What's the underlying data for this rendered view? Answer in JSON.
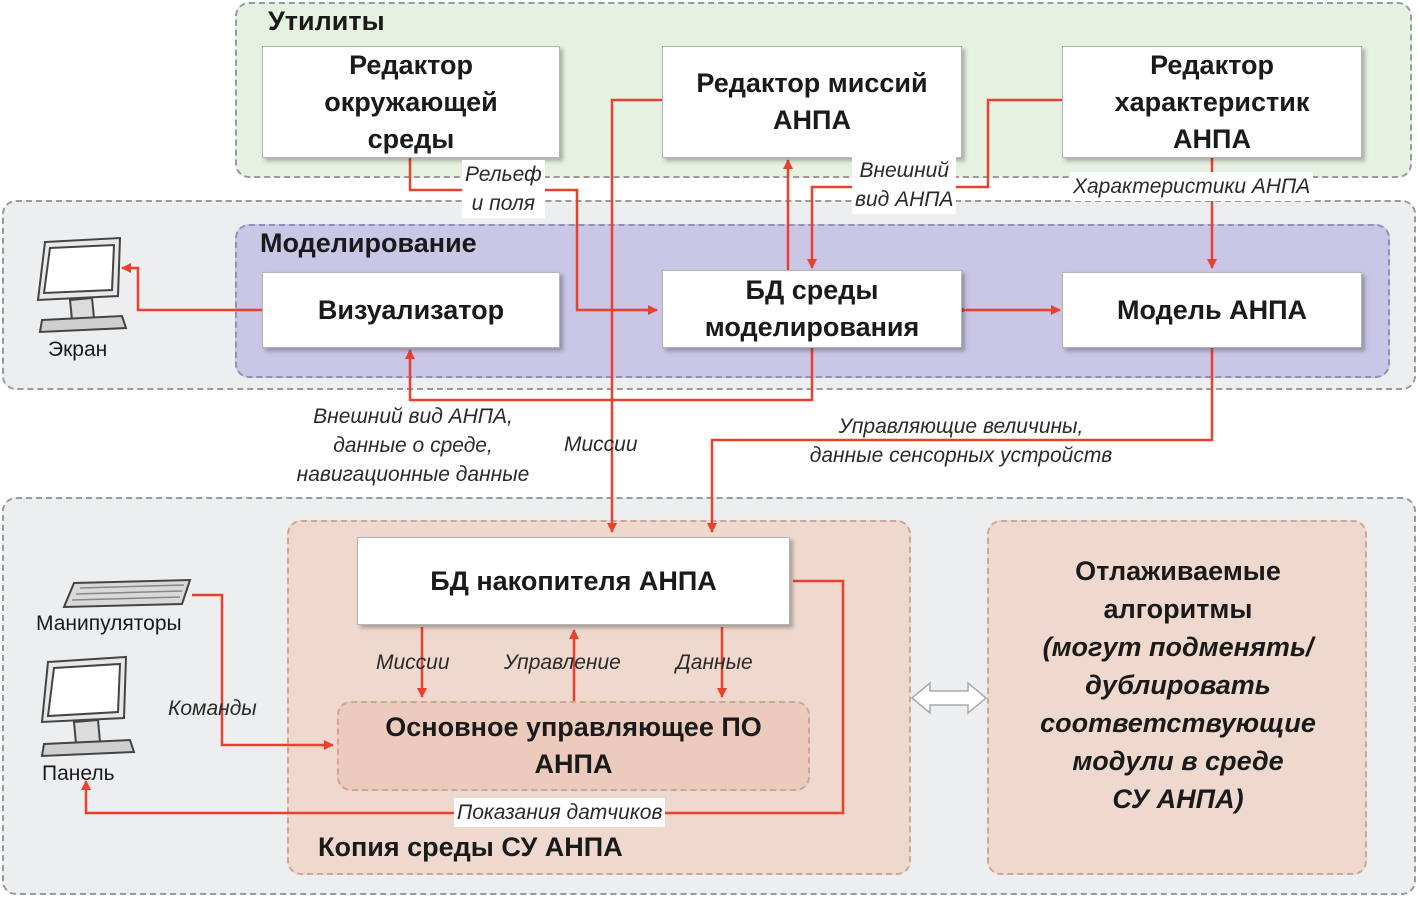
{
  "colors": {
    "arrow": "#e8412e",
    "utilities_bg": "#e6f1e1",
    "modeling_bg": "#c9c6e6",
    "outer_bg": "#eceef0",
    "copy_bg": "#efd9cf",
    "algo_bg": "#efd9cf"
  },
  "utilities": {
    "title": "Утилиты",
    "env_editor": [
      "Редактор",
      "окружающей",
      "среды"
    ],
    "mission_editor": [
      "Редактор миссий",
      "АНПА"
    ],
    "char_editor": [
      "Редактор",
      "характеристик",
      "АНПА"
    ]
  },
  "modeling": {
    "title": "Моделирование",
    "visualizer": "Визуализатор",
    "sim_db": [
      "БД среды",
      "моделирования"
    ],
    "auv_model": "Модель АНПА"
  },
  "devices": {
    "screen": "Экран",
    "manipulators": "Манипуляторы",
    "panel": "Панель"
  },
  "copy": {
    "title": "Копия среды СУ АНПА",
    "storage_db": "БД накопителя АНПА",
    "main_software": [
      "Основное управляющее ПО",
      "АНПА"
    ]
  },
  "algorithms": [
    "Отлаживаемые",
    "алгоритмы",
    "(могут подменять/",
    "дублировать",
    "соответствующие",
    "модули в среде",
    "СУ АНПА)"
  ],
  "labels": {
    "relief": [
      "Рельеф",
      "и поля"
    ],
    "appearance": [
      "Внешний",
      "вид АНПА"
    ],
    "characteristics": "Характеристики АНПА",
    "visual_data": [
      "Внешний вид АНПА,",
      "данные о среде,",
      "навигационные данные"
    ],
    "missions": "Миссии",
    "control_values": [
      "Управляющие величины,",
      "данные сенсорных устройств"
    ],
    "missions_inner": "Миссии",
    "control_inner": "Управление",
    "data_inner": "Данные",
    "commands": "Команды",
    "sensor_readings": "Показания датчиков"
  }
}
